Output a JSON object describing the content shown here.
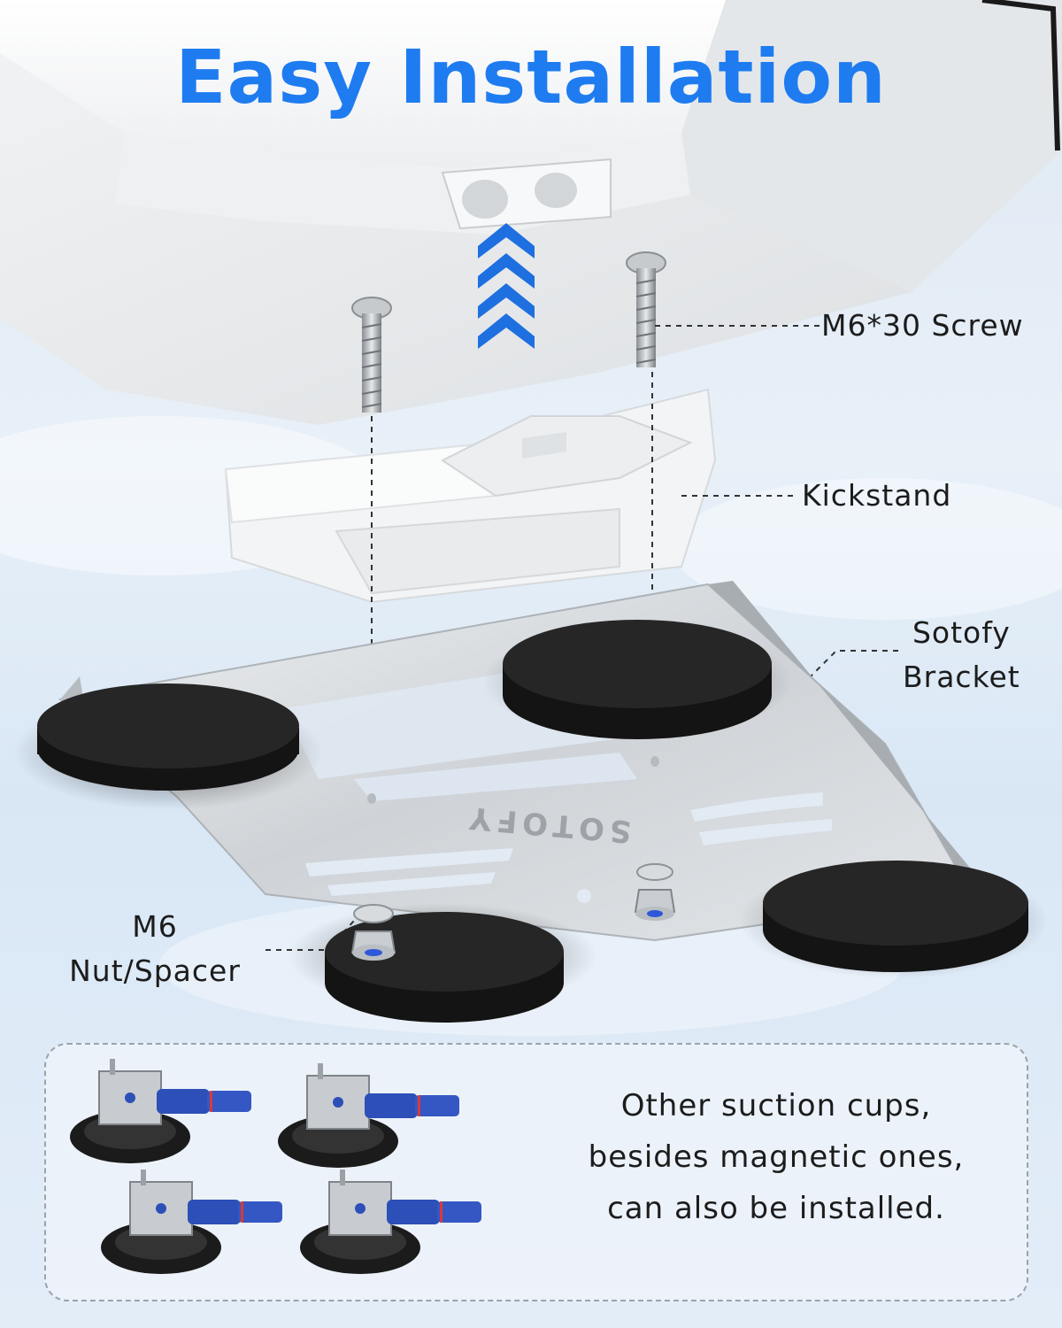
{
  "title": "Easy Installation",
  "labels": {
    "screw": "M6*30 Screw",
    "kickstand": "Kickstand",
    "bracket": [
      "Sotofy",
      "Bracket"
    ],
    "nut": [
      "M6",
      "Nut/Spacer"
    ]
  },
  "bracket_engraving": "SOTOFY",
  "info_panel": {
    "lines": [
      "Other suction cups,",
      "besides magnetic ones,",
      "can also be installed."
    ]
  },
  "colors": {
    "title": "#1e7cf0",
    "arrow": "#1e6fe0",
    "rubber_pad": "#1f1f1f",
    "bracket_metal": "#d9dcdf",
    "suction_tube": "#2c4fb8"
  },
  "icons": [
    "up-chevron-arrow-icon",
    "screw-icon",
    "nut-icon",
    "suction-cup-icon"
  ]
}
